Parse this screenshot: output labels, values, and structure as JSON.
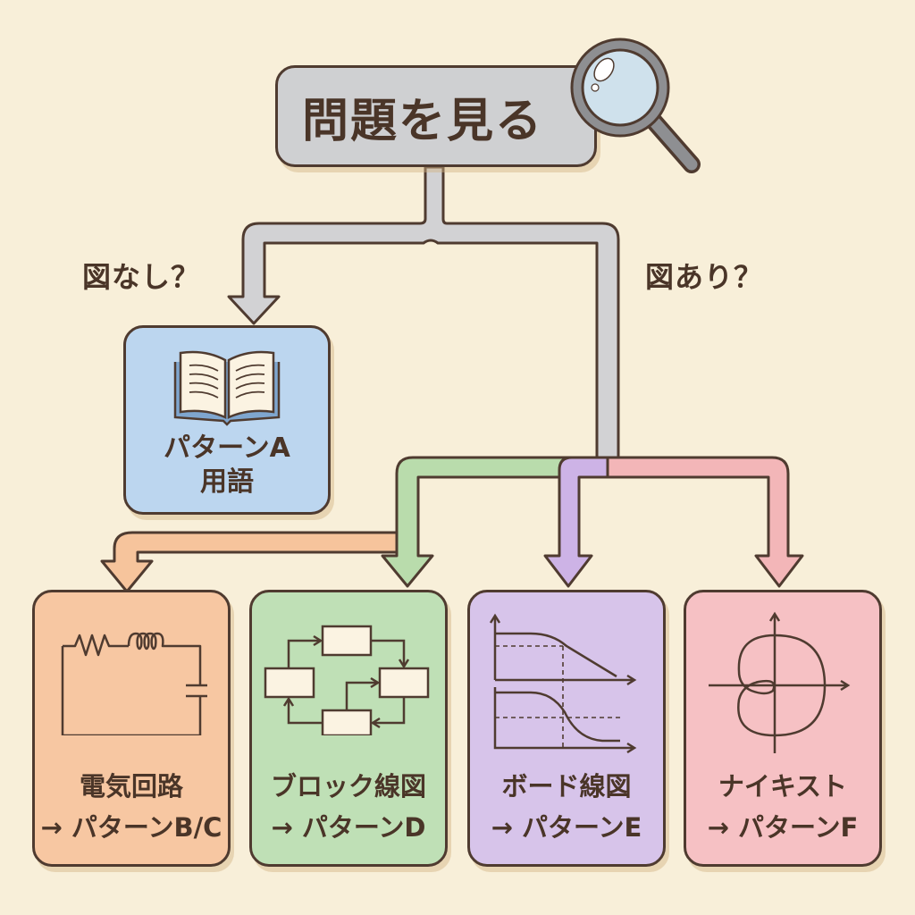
{
  "diagram": {
    "start": {
      "title": "問題を見る",
      "icon": "magnifying-glass-icon"
    },
    "branches": {
      "no_figure": {
        "label": "図なし？"
      },
      "has_figure": {
        "label": "図あり？"
      }
    },
    "nodes": {
      "pattern_a": {
        "line1": "パターンA",
        "line2": "用語",
        "icon": "open-book-icon",
        "color": "#bcd6ef"
      },
      "circuit": {
        "line1": "電気回路",
        "line2": "→ パターンB/C",
        "icon": "rlc-circuit-icon",
        "color": "#f7c7a2"
      },
      "block": {
        "line1": "ブロック線図",
        "line2": "→ パターンD",
        "icon": "block-diagram-icon",
        "color": "#bfe0b6"
      },
      "bode": {
        "line1": "ボード線図",
        "line2": "→ パターンE",
        "icon": "bode-plot-icon",
        "color": "#d7c4ea"
      },
      "nyquist": {
        "line1": "ナイキスト",
        "line2": "→ パターンF",
        "icon": "nyquist-plot-icon",
        "color": "#f6c1c4"
      }
    },
    "connector_colors": {
      "main": "#d2d2d4",
      "circuit": "#f6c49c",
      "block": "#b9dcac",
      "bode": "#cdb3e6",
      "nyquist": "#f3b6b8"
    },
    "edges": [
      {
        "from": "start",
        "to": "pattern_a",
        "label": "図なし？"
      },
      {
        "from": "start",
        "to": "figure_split",
        "label": "図あり？"
      },
      {
        "from": "figure_split",
        "to": "circuit"
      },
      {
        "from": "figure_split",
        "to": "block"
      },
      {
        "from": "figure_split",
        "to": "bode"
      },
      {
        "from": "figure_split",
        "to": "nyquist"
      }
    ]
  }
}
